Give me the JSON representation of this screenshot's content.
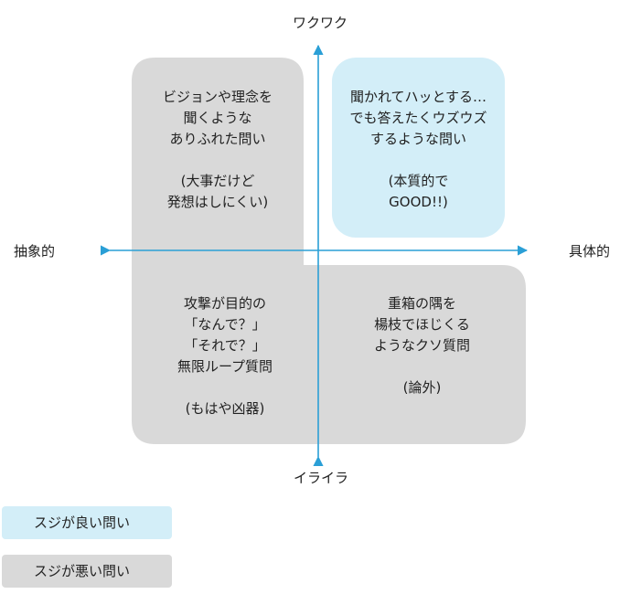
{
  "axes": {
    "top": "ワクワク",
    "bottom": "イライラ",
    "left": "抽象的",
    "right": "具体的"
  },
  "quadrants": {
    "top_left": "ビジョンや理念を\n聞くような\nありふれた問い\n\n(大事だけど\n発想はしにくい)",
    "top_right": "聞かれてハッとする…\nでも答えたくウズウズ\nするような問い\n\n(本質的で\nGOOD!!)",
    "bottom_left": "攻撃が目的の\n「なんで？」\n「それで？」\n無限ループ質問\n\n(もはや凶器)",
    "bottom_right": "重箱の隅を\n楊枝でほじくる\nようなクソ質問\n\n(論外)"
  },
  "legend": {
    "good": "スジが良い問い",
    "bad": "スジが悪い問い"
  },
  "colors": {
    "good": "#d3eef8",
    "bad": "#d9d9d9",
    "axis": "#2a9fd6"
  }
}
